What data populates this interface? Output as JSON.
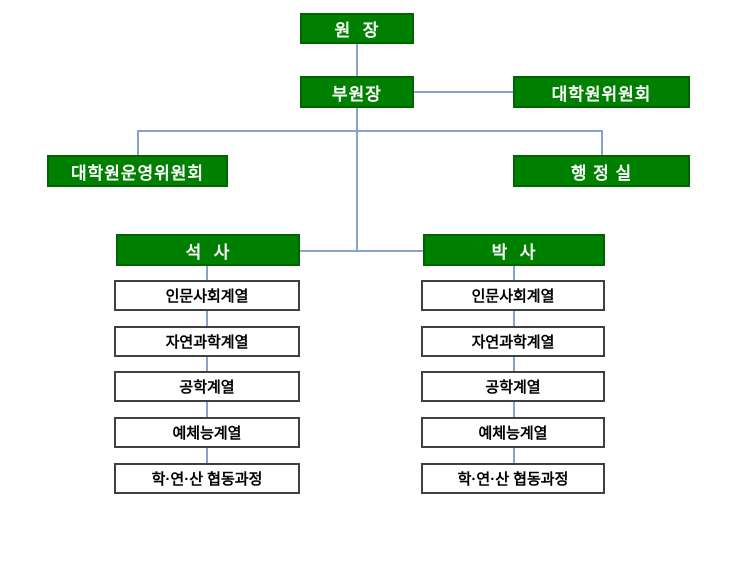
{
  "diagram": {
    "type": "org-chart",
    "nodes": {
      "director": "원  장",
      "vice_director": "부원장",
      "graduate_committee": "대학원위원회",
      "operating_committee": "대학원운영위원회",
      "admin_office": "행 정 실",
      "masters": "석  사",
      "doctoral": "박  사"
    },
    "masters_tracks": [
      "인문사회계열",
      "자연과학계열",
      "공학계열",
      "예체능계열",
      "학·연·산 협동과정"
    ],
    "doctoral_tracks": [
      "인문사회계열",
      "자연과학계열",
      "공학계열",
      "예체능계열",
      "학·연·산 협동과정"
    ]
  },
  "colors": {
    "node_fill": "#008000",
    "node_border": "#006400",
    "node_text": "#ffffff",
    "track_fill": "#ffffff",
    "track_border": "#404040",
    "track_text": "#000000",
    "connector": "#87a2cc"
  }
}
